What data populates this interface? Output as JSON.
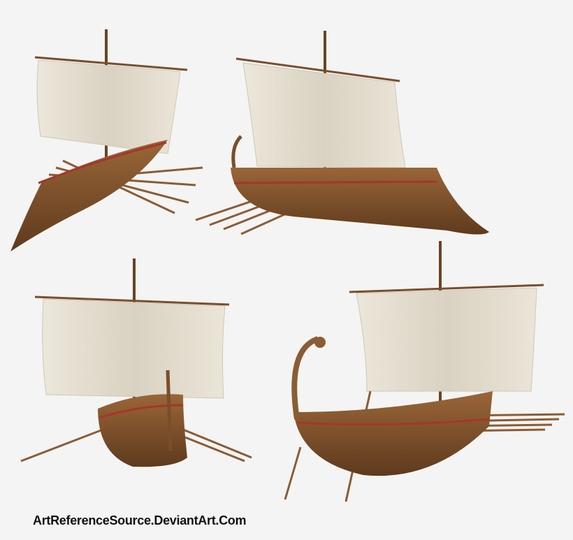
{
  "image": {
    "background": "#f4f4f4",
    "subject": "Four views of a 3D-rendered ancient Greek galley",
    "colors": {
      "sail": "#e6e0d2",
      "wood": "#8a5a32",
      "wood_dark": "#5c3a1e",
      "stripe_red": "#a8352a"
    },
    "views": [
      {
        "name": "bow-three-quarter-view",
        "position": "top-left"
      },
      {
        "name": "side-view",
        "position": "top-right"
      },
      {
        "name": "stern-view",
        "position": "bottom-left"
      },
      {
        "name": "bow-high-view",
        "position": "bottom-right"
      }
    ]
  },
  "watermark": {
    "text": "ArtReferenceSource.DeviantArt.Com"
  }
}
